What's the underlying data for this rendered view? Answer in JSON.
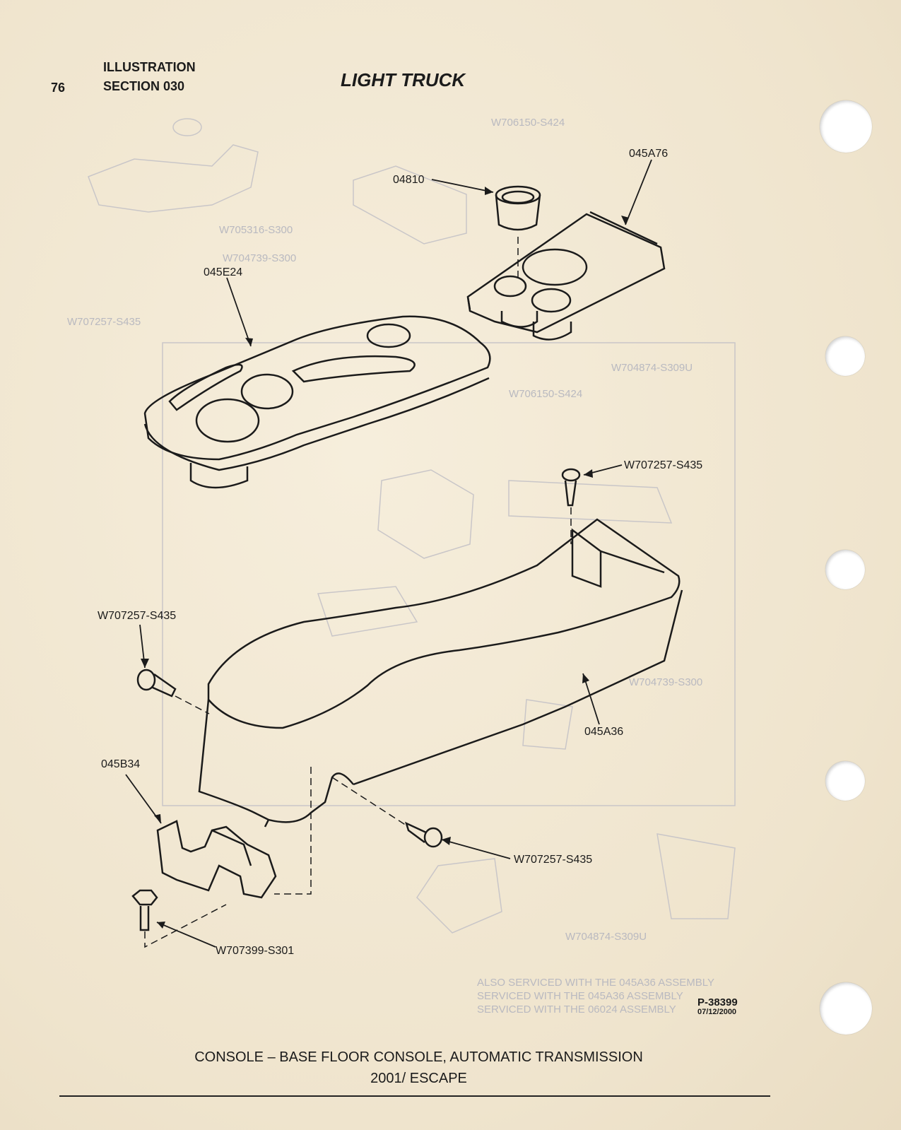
{
  "header": {
    "page_number": "76",
    "label_line1": "ILLUSTRATION",
    "label_line2": "SECTION 030",
    "title": "LIGHT TRUCK"
  },
  "callouts": {
    "c_045A76": "045A76",
    "c_04810": "04810",
    "c_045E24": "045E24",
    "c_w707257_top": "W707257-S435",
    "c_w707257_left": "W707257-S435",
    "c_045A36": "045A36",
    "c_045B34": "045B34",
    "c_w707257_bottom": "W707257-S435",
    "c_w707399": "W707399-S301"
  },
  "reference": {
    "id": "P-38399",
    "date": "07/12/2000"
  },
  "caption": {
    "line1": "CONSOLE – BASE FLOOR CONSOLE, AUTOMATIC TRANSMISSION",
    "line2": "2001/ ESCAPE"
  }
}
